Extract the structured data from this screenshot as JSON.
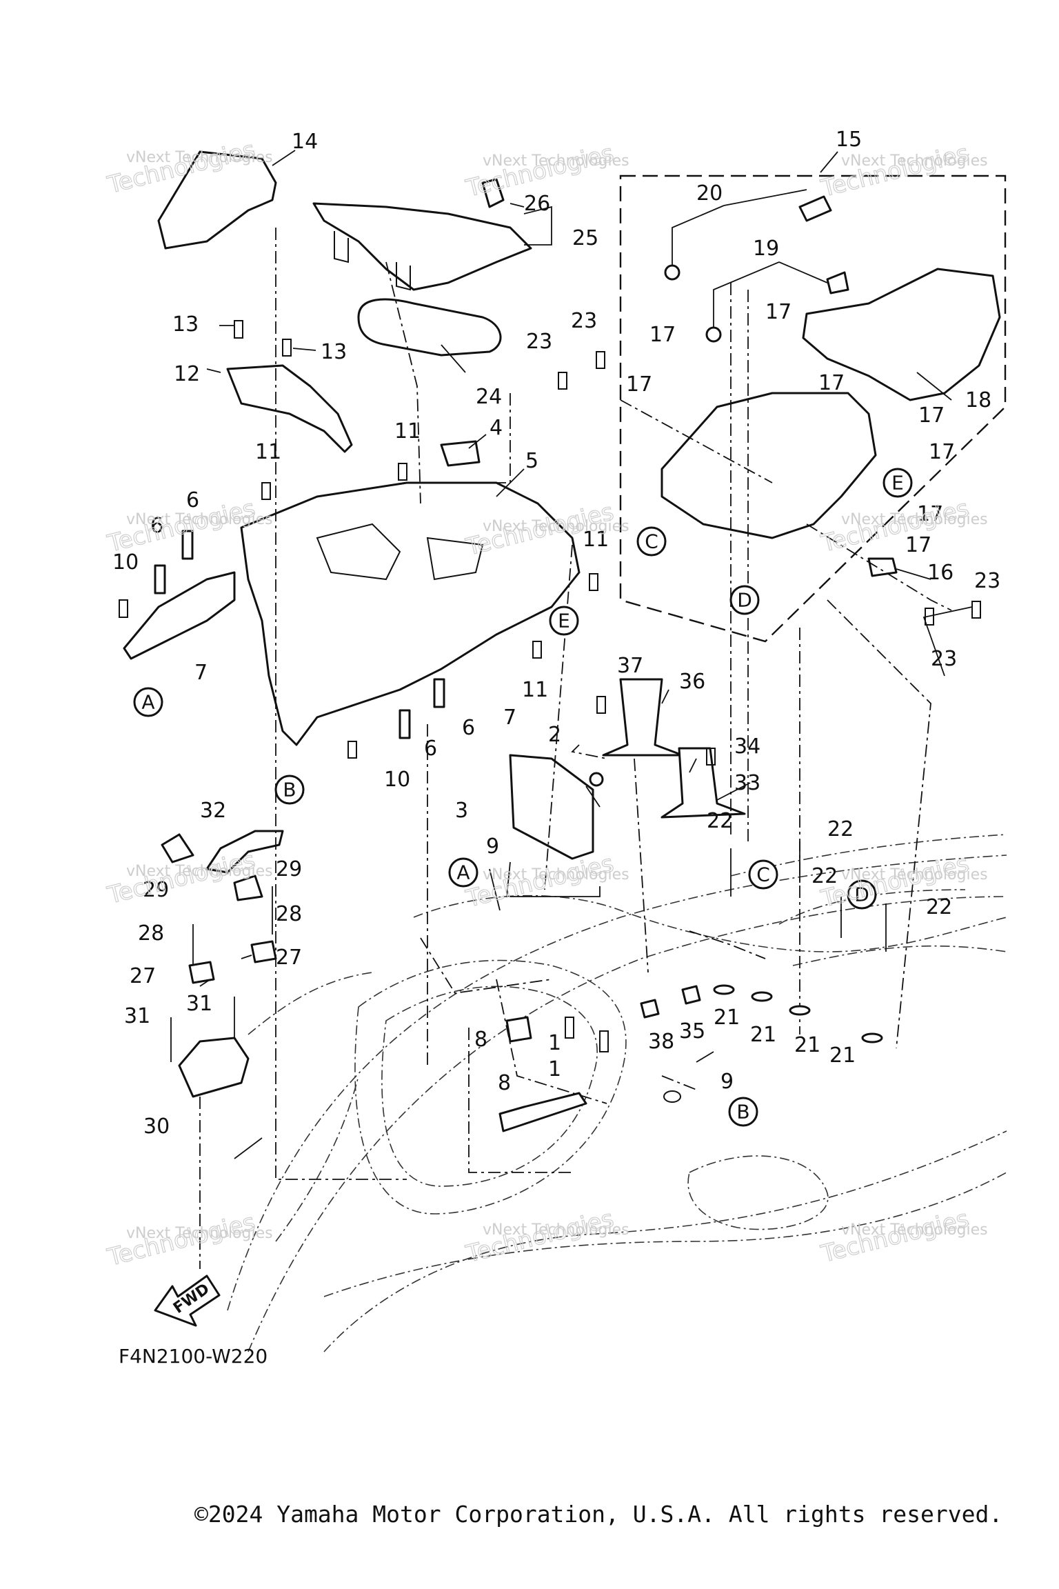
{
  "diagram": {
    "code": "F4N2100-W220",
    "fwd_label": "FWD",
    "watermark": {
      "line1": "vNext Technologies",
      "line2": "Technologies"
    },
    "ref_letters": [
      "A",
      "B",
      "C",
      "D",
      "E"
    ],
    "part_numbers": [
      "1",
      "2",
      "3",
      "4",
      "5",
      "6",
      "7",
      "8",
      "9",
      "10",
      "11",
      "12",
      "13",
      "14",
      "15",
      "16",
      "17",
      "18",
      "19",
      "20",
      "21",
      "22",
      "23",
      "24",
      "25",
      "26",
      "27",
      "28",
      "29",
      "30",
      "31",
      "32",
      "33",
      "34",
      "35",
      "36",
      "37",
      "38"
    ]
  },
  "footer": {
    "copyright": "©2024 Yamaha Motor Corporation, U.S.A. All rights reserved."
  }
}
